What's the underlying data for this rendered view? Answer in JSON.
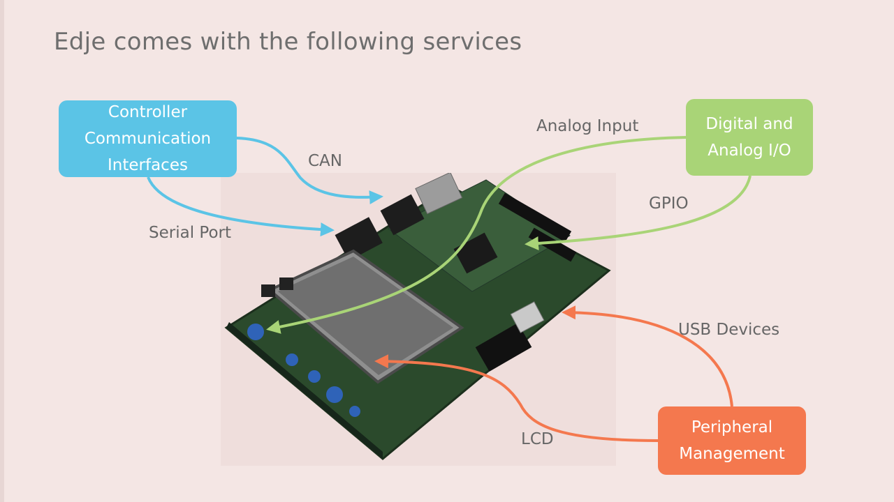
{
  "title": "Edje comes with the following services",
  "boxes": {
    "controller_comm": [
      "Controller",
      "Communication",
      "Interfaces"
    ],
    "digital_analog": [
      "Digital and",
      "Analog I/O"
    ],
    "peripheral": [
      "Peripheral",
      "Management"
    ]
  },
  "labels": {
    "can": "CAN",
    "serial_port": "Serial Port",
    "analog_input": "Analog Input",
    "gpio": "GPIO",
    "usb_devices": "USB Devices",
    "lcd": "LCD"
  },
  "colors": {
    "blue": "#5bc4e6",
    "green": "#a9d477",
    "orange": "#f4784e",
    "background": "#f4e6e4"
  },
  "image": "development board with LCD touchscreen"
}
